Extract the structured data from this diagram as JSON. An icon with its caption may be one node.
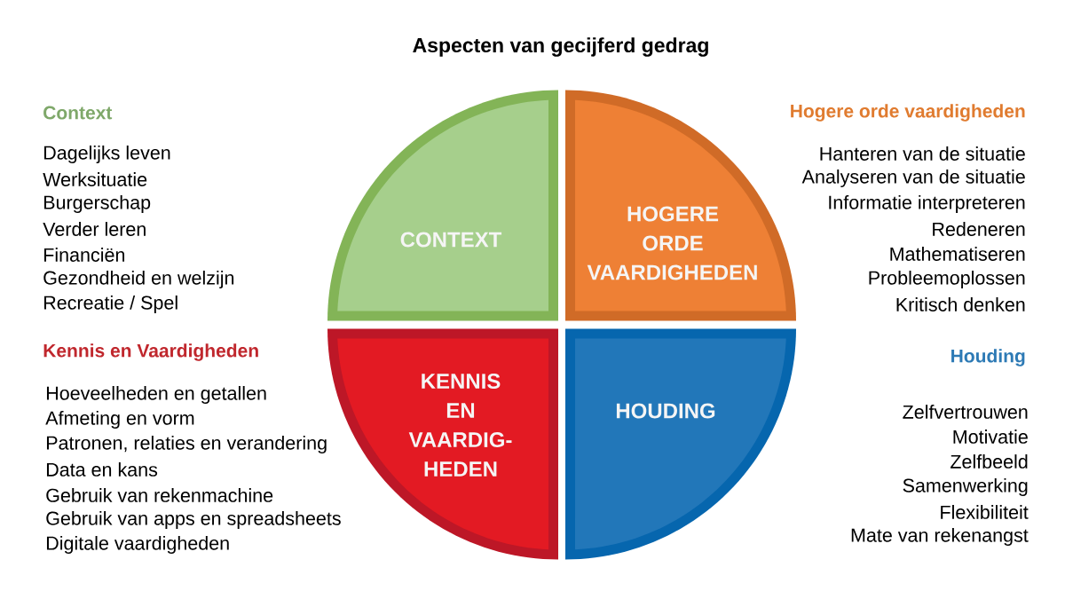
{
  "diagram": {
    "title": "Aspecten van gecijferd gedrag",
    "nodes": [
      {
        "text": [
          "CONTEXT"
        ]
      },
      {
        "text": [
          "HOGERE ORDE VAARDIGHEDEN"
        ]
      },
      {
        "text": [
          "KENNIS EN VAARDIG- HEDEN"
        ]
      },
      {
        "text": [
          "HOUDING"
        ]
      }
    ],
    "labels": [
      "Context",
      "Dagelijks leven",
      "Werksituatie",
      "Burgerschap",
      "Verder leren",
      "Financiën",
      "Gezondheid en welzijn",
      "Recreatie / Spel",
      "Hogere orde vaardigheden",
      "Hanteren van de situatie",
      "Analyseren van de situatie",
      "Informatie interpreteren",
      "Redeneren",
      "Mathematiseren",
      "Probleemoplossen",
      "Kritisch denken",
      "Kennis en Vaardigheden",
      "Hoeveelheden en getallen",
      "Afmeting en vorm",
      "Patronen, relaties en verandering",
      "Data en kans",
      "Gebruik van rekenmachine",
      "Gebruik van apps en spreadsheets",
      "Digitale vaardigheden",
      "Houding",
      "Zelfvertrouwen",
      "Motivatie",
      "Zelfbeeld",
      "Samenwerking",
      "Flexibiliteit",
      "Mate van rekenangst"
    ]
  }
}
